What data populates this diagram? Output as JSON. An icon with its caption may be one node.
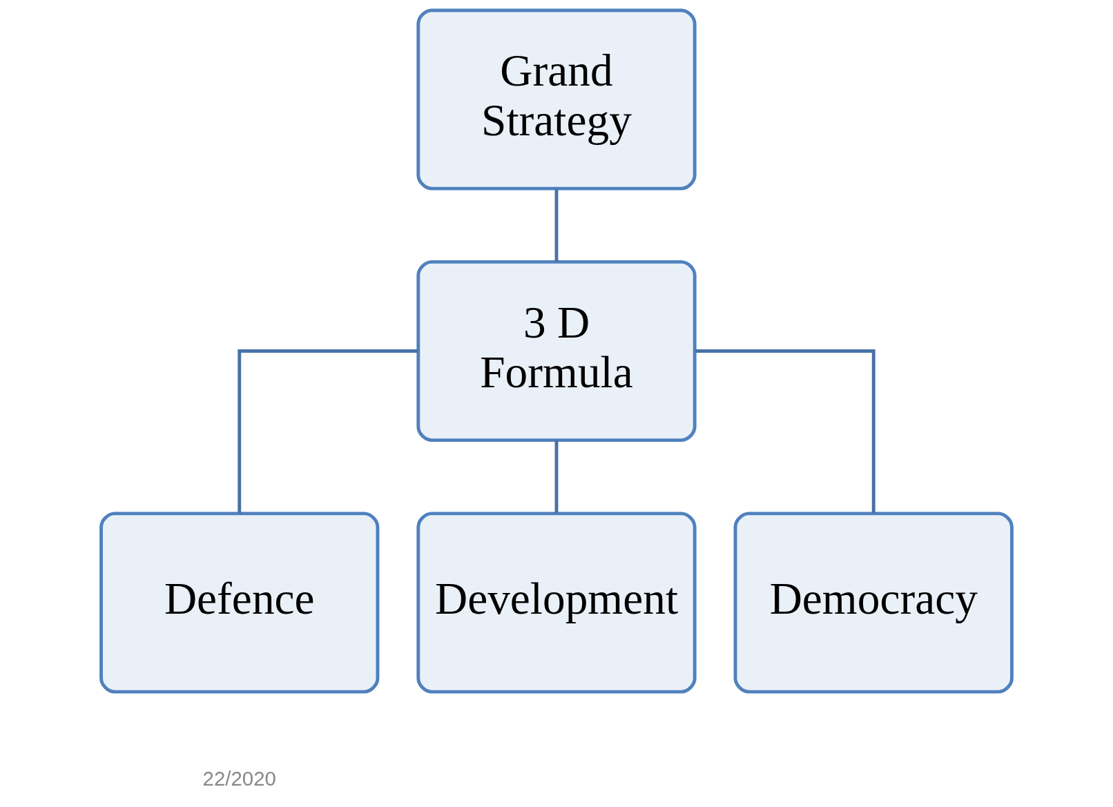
{
  "diagram": {
    "nodes": [
      {
        "text": [
          "Grand Strategy"
        ]
      },
      {
        "text": [
          "3 D Formula"
        ]
      },
      {
        "text": [
          "Defence"
        ]
      },
      {
        "text": [
          "Development"
        ]
      },
      {
        "text": [
          "Democracy"
        ]
      }
    ],
    "edges": [
      {
        "from": 0,
        "to": 1,
        "arrow": "none"
      },
      {
        "from": 1,
        "to": 2,
        "arrow": "none"
      },
      {
        "from": 1,
        "to": 3,
        "arrow": "none"
      },
      {
        "from": 1,
        "to": 4,
        "arrow": "none"
      }
    ],
    "labels": [
      "22/2020"
    ]
  }
}
